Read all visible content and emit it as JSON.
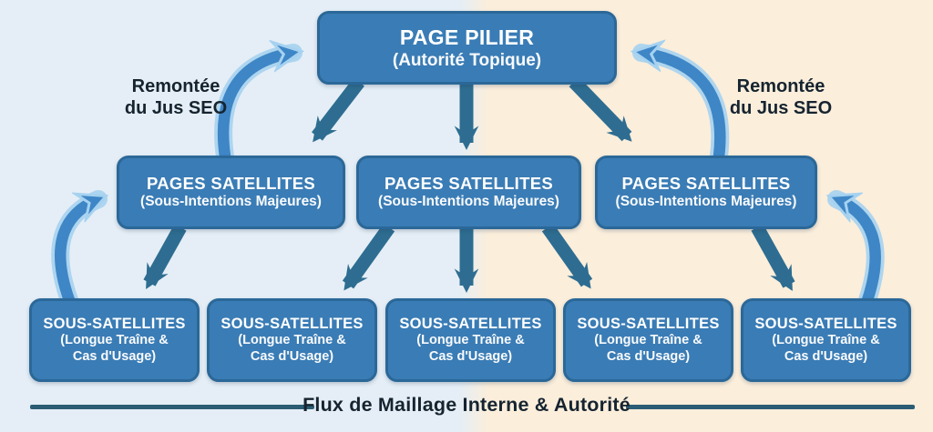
{
  "diagram": {
    "title_caption": "Flux de Maillage Interne & Autorité",
    "pillar": {
      "title": "PAGE PILIER",
      "subtitle": "(Autorité Topique)"
    },
    "satellites": [
      {
        "title": "PAGES SATELLITES",
        "subtitle": "(Sous-Intentions Majeures)"
      },
      {
        "title": "PAGES SATELLITES",
        "subtitle": "(Sous-Intentions Majeures)"
      },
      {
        "title": "PAGES SATELLITES",
        "subtitle": "(Sous-Intentions Majeures)"
      }
    ],
    "sub_satellites": [
      {
        "title": "SOUS-SATELLITES",
        "subtitle_line1": "(Longue Traîne &",
        "subtitle_line2": "Cas d'Usage)"
      },
      {
        "title": "SOUS-SATELLITES",
        "subtitle_line1": "(Longue Traîne &",
        "subtitle_line2": "Cas d'Usage)"
      },
      {
        "title": "SOUS-SATELLITES",
        "subtitle_line1": "(Longue Traîne &",
        "subtitle_line2": "Cas d'Usage)"
      },
      {
        "title": "SOUS-SATELLITES",
        "subtitle_line1": "(Longue Traîne &",
        "subtitle_line2": "Cas d'Usage)"
      },
      {
        "title": "SOUS-SATELLITES",
        "subtitle_line1": "(Longue Traîne &",
        "subtitle_line2": "Cas d'Usage)"
      }
    ],
    "side_labels": {
      "left": {
        "line1": "Remontée",
        "line2": "du Jus SEO"
      },
      "right": {
        "line1": "Remontée",
        "line2": "du Jus SEO"
      }
    },
    "colors": {
      "background_left": "#e5eef6",
      "background_right": "#fbeedb",
      "box_fill": "#3a7cb5",
      "box_border": "#2b6898",
      "box_text": "#ffffff",
      "down_arrow": "#2e6d91",
      "seo_juice_arrow": "#3e86c6",
      "seo_juice_arrow_outline": "#a6d2f0",
      "caption_line": "#2b5d75",
      "dark_text": "#162430"
    }
  }
}
